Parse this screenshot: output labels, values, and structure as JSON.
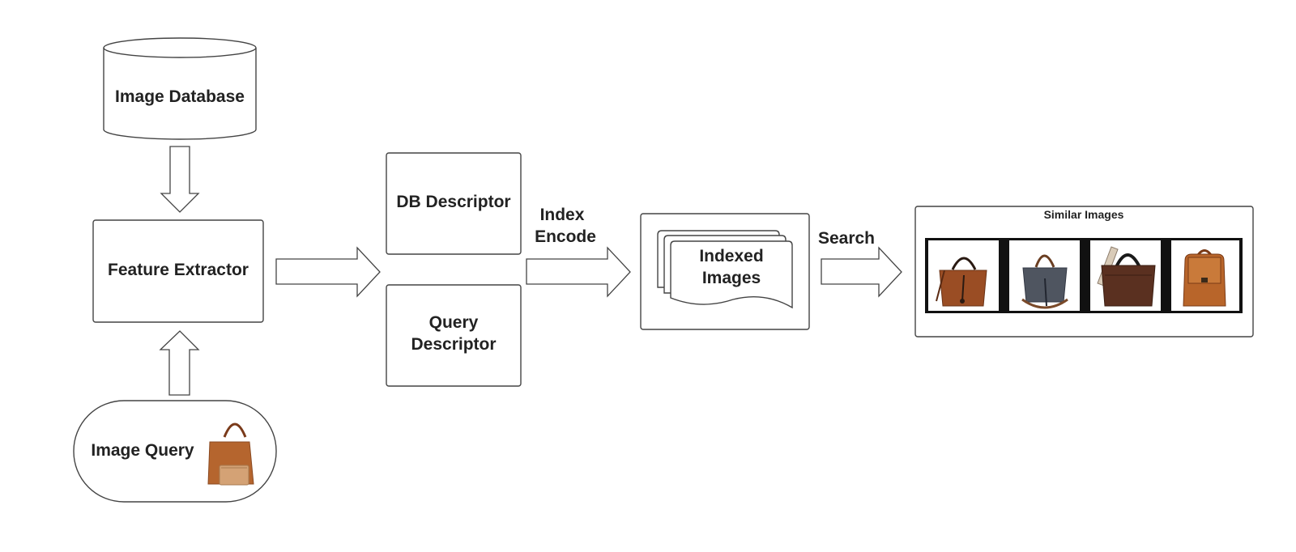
{
  "diagram": {
    "image_database": "Image Database",
    "feature_extractor": "Feature Extractor",
    "image_query": "Image Query",
    "db_descriptor": "DB Descriptor",
    "query_descriptor": [
      "Query",
      "Descriptor"
    ],
    "index_encode": [
      "Index",
      "Encode"
    ],
    "indexed_images": [
      "Indexed",
      "Images"
    ],
    "search": "Search",
    "similar_images": "Similar Images"
  },
  "colors": {
    "stroke": "#444444",
    "text": "#222222",
    "leather_brown": "#9a4d24",
    "dark_brown": "#5a3020",
    "gray_bag": "#4f5560",
    "tan": "#c99466"
  },
  "icons": {
    "query_thumbnail": "tote-bag-icon",
    "result_1": "brown-tote-icon",
    "result_2": "gray-tote-icon",
    "result_3": "dark-brown-bag-icon",
    "result_4": "backpack-icon"
  }
}
